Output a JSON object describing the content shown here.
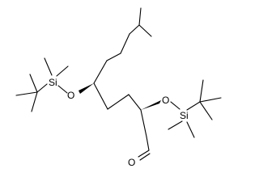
{
  "molecule": {
    "atoms": {
      "oxygen_left": "O",
      "silicon_left": "Si",
      "oxygen_right": "O",
      "silicon_right": "Si",
      "oxygen_aldehyde": "O"
    },
    "colors": {
      "bond": "#000000",
      "label": "#000000",
      "background": "#ffffff"
    }
  }
}
